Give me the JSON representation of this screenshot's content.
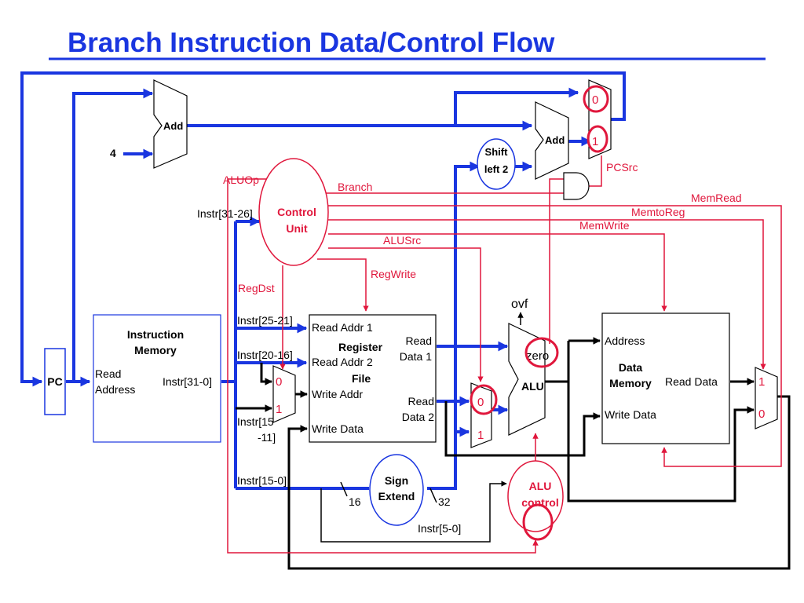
{
  "title": "Branch Instruction Data/Control Flow",
  "components": {
    "pc": "PC",
    "adder_top": "Add",
    "constant_four": "4",
    "adder_branch": "Add",
    "shift_left_line1": "Shift",
    "shift_left_line2": "left 2",
    "control_unit_line1": "Control",
    "control_unit_line2": "Unit",
    "instruction_memory_line1": "Instruction",
    "instruction_memory_line2": "Memory",
    "instruction_memory_read_line1": "Read",
    "instruction_memory_read_line2": "Address",
    "instruction_memory_out": "Instr[31-0]",
    "register_file_line1": "Register",
    "register_file_line2": "File",
    "read_addr_1": "Read Addr 1",
    "read_addr_2": "Read Addr 2",
    "write_addr": "Write Addr",
    "write_data": "Write Data",
    "read_data_1_line1": "Read",
    "read_data_1_line2": "Data 1",
    "read_data_2_line1": "Read",
    "read_data_2_line2": "Data 2",
    "alu": "ALU",
    "zero": "zero",
    "ovf": "ovf",
    "data_memory_line1": "Data",
    "data_memory_line2": "Memory",
    "dm_address": "Address",
    "dm_write_data": "Write Data",
    "dm_read_data": "Read Data",
    "sign_extend_line1": "Sign",
    "sign_extend_line2": "Extend",
    "alu_control_line1": "ALU",
    "alu_control_line2": "control"
  },
  "mux_labels": {
    "pc_mux_0": "0",
    "pc_mux_1": "1",
    "regdst_mux_0": "0",
    "regdst_mux_1": "1",
    "alusrc_mux_0": "0",
    "alusrc_mux_1": "1",
    "memtoreg_mux_1": "1",
    "memtoreg_mux_0": "0"
  },
  "instruction_fields": {
    "opcode": "Instr[31-26]",
    "rs": "Instr[25-21]",
    "rt": "Instr[20-16]",
    "rd_line1": "Instr[15",
    "rd_line2": "-11]",
    "imm": "Instr[15-0]",
    "funct": "Instr[5-0]",
    "width_16": "16",
    "width_32": "32"
  },
  "control_signals": {
    "aluop": "ALUOp",
    "branch": "Branch",
    "memread": "MemRead",
    "memtoreg": "MemtoReg",
    "memwrite": "MemWrite",
    "alusrc": "ALUSrc",
    "regwrite": "RegWrite",
    "regdst": "RegDst",
    "pcsrc": "PCSrc"
  },
  "colors": {
    "datapath_active": "#1a36e0",
    "datapath_inactive": "#000000",
    "control": "#e0173c",
    "title": "#1a36e0"
  }
}
